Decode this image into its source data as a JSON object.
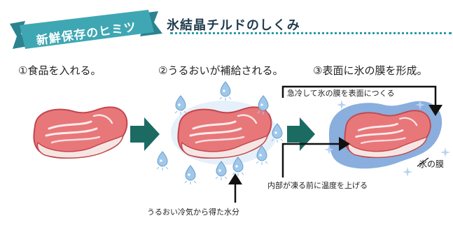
{
  "header": {
    "ribbon_label": "新鮮保存のヒミツ",
    "title": "氷結晶チルドのしくみ"
  },
  "steps": [
    {
      "label": "①食品を入れる。"
    },
    {
      "label": "②うるおいが補給される。"
    },
    {
      "label": "③表面に氷の膜を形成。"
    }
  ],
  "annotations": {
    "top_arrow": "急冷して氷の膜を表面につくる",
    "film": "氷の膜",
    "inner_arrow": "内部が凍る前に温度を上げる",
    "bottom_arrow": "うるおい冷気から得た水分"
  },
  "colors": {
    "ribbon": "#3fa7b3",
    "title_dots": "#2a9aa8",
    "meat": "#e8777a",
    "meat_edge": "#c2464d",
    "fat_band": "#f6e6e3",
    "step_arrow": "#1b6b63",
    "ice_film": "#7da5d9",
    "droplet": "#9fc8ea"
  },
  "icons": [
    "ribbon-banner",
    "steak",
    "water-droplet",
    "right-arrow",
    "sparkle",
    "pointer-arrow"
  ]
}
